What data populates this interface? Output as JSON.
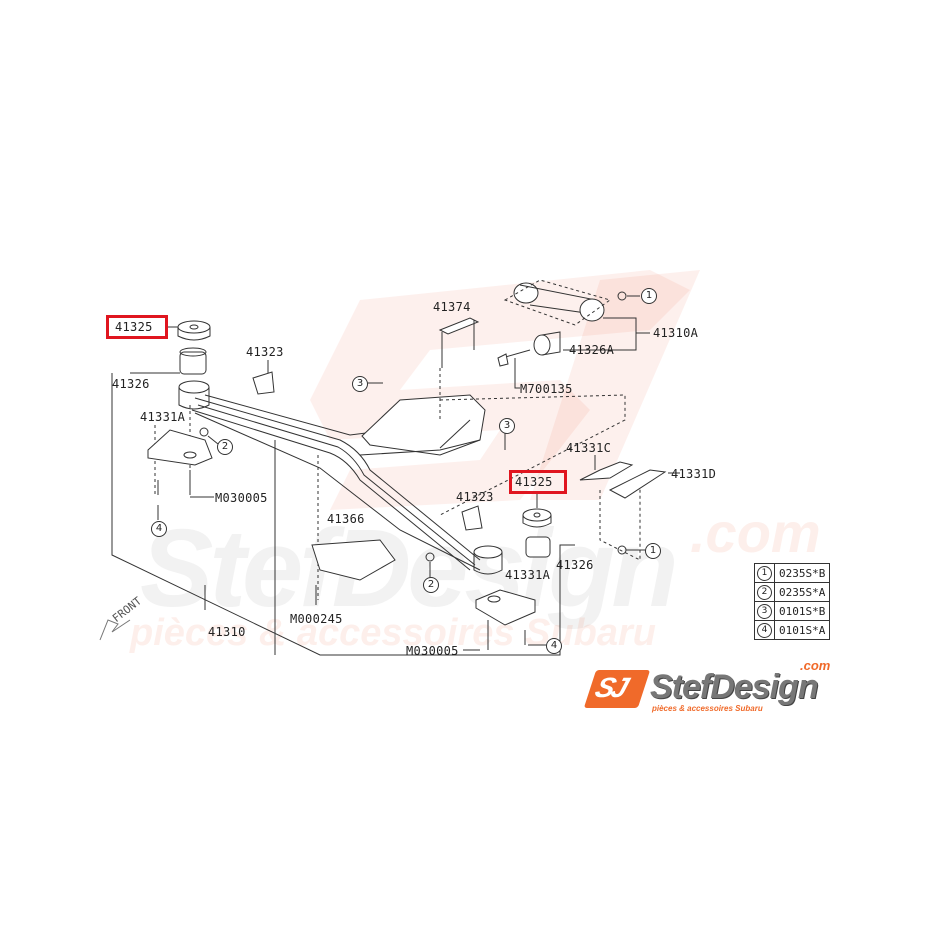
{
  "diagram": {
    "type": "exploded-parts-diagram",
    "subject": "Rear crossmember / transmission mount assembly",
    "front_indicator": "FRONT",
    "highlight_color": "#e0151f",
    "part_labels": {
      "p41325_top": "41325",
      "p41325_right": "41325",
      "p41326_left": "41326",
      "p41326_right": "41326",
      "p41323_top": "41323",
      "p41323_mid": "41323",
      "p41331A_left": "41331A",
      "p41331A_right": "41331A",
      "p41374": "41374",
      "p41310A": "41310A",
      "p41326A": "41326A",
      "pM700135": "M700135",
      "p41331C": "41331C",
      "p41331D": "41331D",
      "p41366": "41366",
      "pM030005_left": "M030005",
      "pM030005_right": "M030005",
      "pM000245": "M000245",
      "p41310": "41310"
    },
    "highlighted_parts": [
      "41325",
      "41325"
    ],
    "callouts": {
      "c1a": "1",
      "c1b": "1",
      "c2a": "2",
      "c2b": "2",
      "c3a": "3",
      "c3b": "3",
      "c4a": "4",
      "c4b": "4"
    },
    "legend": [
      {
        "num": "1",
        "code": "0235S*B"
      },
      {
        "num": "2",
        "code": "0235S*A"
      },
      {
        "num": "3",
        "code": "0101S*B"
      },
      {
        "num": "4",
        "code": "0101S*A"
      }
    ]
  },
  "watermark": {
    "brand": "StefDesign",
    "suffix": ".com",
    "tagline": "pièces & accessoires Subaru",
    "accent_color": "#f06a2a"
  },
  "logo": {
    "badge": "SJ",
    "name": "StefDesign",
    "suffix": ".com",
    "tagline": "pièces & accessoires Subaru"
  }
}
